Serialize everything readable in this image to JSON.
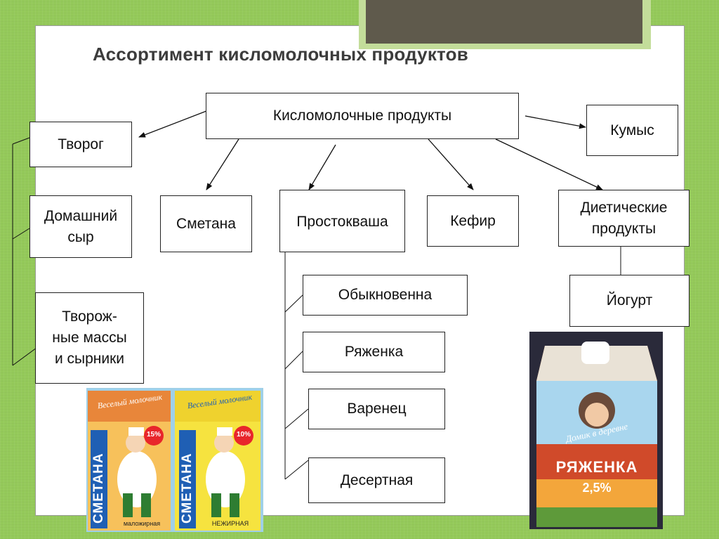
{
  "title": "Ассортимент кисломолочных продуктов",
  "boxes": {
    "root": "Кисломолочные продукты",
    "tvorog": "Творог",
    "domashniy_syr_line1": "Домашний",
    "domashniy_syr_line2": "сыр",
    "tvorozhnye_line1": "Творож-",
    "tvorozhnye_line2": "ные массы",
    "tvorozhnye_line3": "и сырники",
    "smetana": "Сметана",
    "prostokvasha": "Простокваша",
    "kefir": "Кефир",
    "dieticheskie_line1": "Диетические",
    "dieticheskie_line2": "продукты",
    "kumys": "Кумыс",
    "yogurt": "Йогурт",
    "obyknovennaya": "Обыкновенна",
    "ryazhenka": "Ряженка",
    "varenets": "Варенец",
    "desertnaya": "Десертная"
  },
  "photos": {
    "carton1_brand": "Веселый молочник",
    "carton1_product": "СМЕТАНА",
    "carton1_fat": "15%",
    "carton1_note": "маложирная",
    "carton2_brand": "Веселый молочник",
    "carton2_product": "СМЕТАНА",
    "carton2_fat": "10%",
    "carton2_note": "НЕЖИРНАЯ",
    "carton3_brand": "Домик в деревне",
    "carton3_product": "РЯЖЕНКА",
    "carton3_fat": "2,5%"
  },
  "colors": {
    "background_green": "#94c95a",
    "title_bar": "#5f5a4c"
  }
}
